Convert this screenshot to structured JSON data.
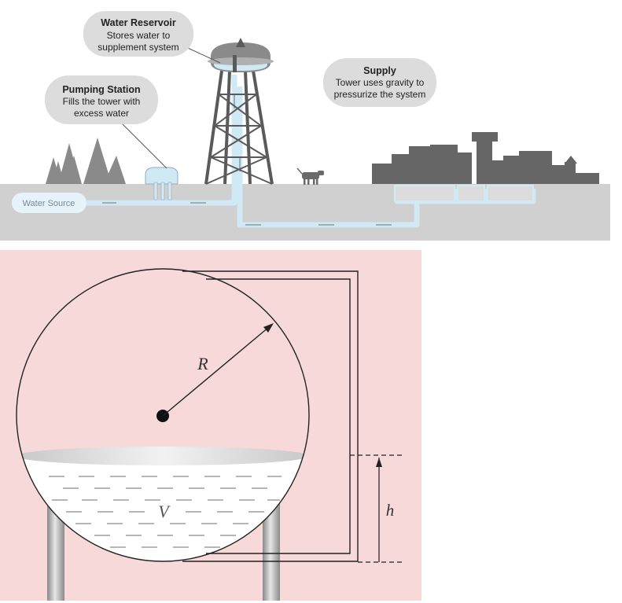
{
  "water_system": {
    "reservoir": {
      "title": "Water Reservoir",
      "line1": "Stores water to",
      "line2": "supplement system"
    },
    "pumping": {
      "title": "Pumping Station",
      "line1": "Fills the tower with",
      "line2": "excess water"
    },
    "supply": {
      "title": "Supply",
      "line1": "Tower uses gravity to",
      "line2": "pressurize the system"
    },
    "source_label": "Water Source",
    "colors": {
      "ground": "#d0d0d0",
      "pipe": "#cfe9f5",
      "building": "#666666",
      "tree": "#888888",
      "bubble": "#dcdcdc"
    }
  },
  "tank_diagram": {
    "radius_label": "R",
    "volume_label": "V",
    "height_label": "h",
    "colors": {
      "background": "#f8d9d9",
      "water": "#ffffff",
      "line": "#222222"
    }
  }
}
